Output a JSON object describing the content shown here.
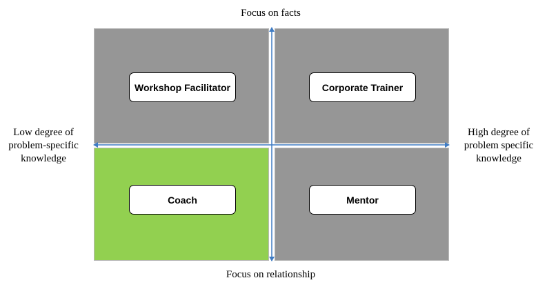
{
  "axes": {
    "top": "Focus on facts",
    "bottom": "Focus on relationship",
    "left": [
      "Low degree of",
      "problem-specific",
      "knowledge"
    ],
    "right": [
      "High degree of",
      "problem specific",
      "knowledge"
    ]
  },
  "quadrants": {
    "top_left": {
      "label": "Workshop Facilitator",
      "fill": "#969696"
    },
    "top_right": {
      "label": "Corporate Trainer",
      "fill": "#969696"
    },
    "bottom_left": {
      "label": "Coach",
      "fill": "#92d050"
    },
    "bottom_right": {
      "label": "Mentor",
      "fill": "#969696"
    }
  },
  "colors": {
    "axis": "#3f7cc4",
    "box_border": "#000000",
    "box_fill": "#ffffff"
  }
}
